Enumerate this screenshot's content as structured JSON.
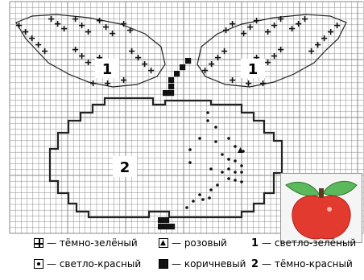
{
  "region_labels": [
    "1",
    "1",
    "2"
  ],
  "legend": [
    {
      "symbol": "cross-square-icon",
      "text": "— тёмно-зелёный"
    },
    {
      "symbol": "triangle-square-icon",
      "text": "— розовый"
    },
    {
      "symbol_text": "1",
      "text": "— светло-зелёный"
    },
    {
      "symbol": "dot-square-icon",
      "text": "— светло-красный"
    },
    {
      "symbol": "filled-square-icon",
      "text": "— коричневый"
    },
    {
      "symbol_text": "2",
      "text": "— тёмно-красный"
    }
  ],
  "colors": {
    "grid": "#8a8a8a",
    "outline": "#222222",
    "apple_red": "#e23a2f",
    "leaf_green": "#5cb85c",
    "stem_brown": "#5a3a22"
  }
}
